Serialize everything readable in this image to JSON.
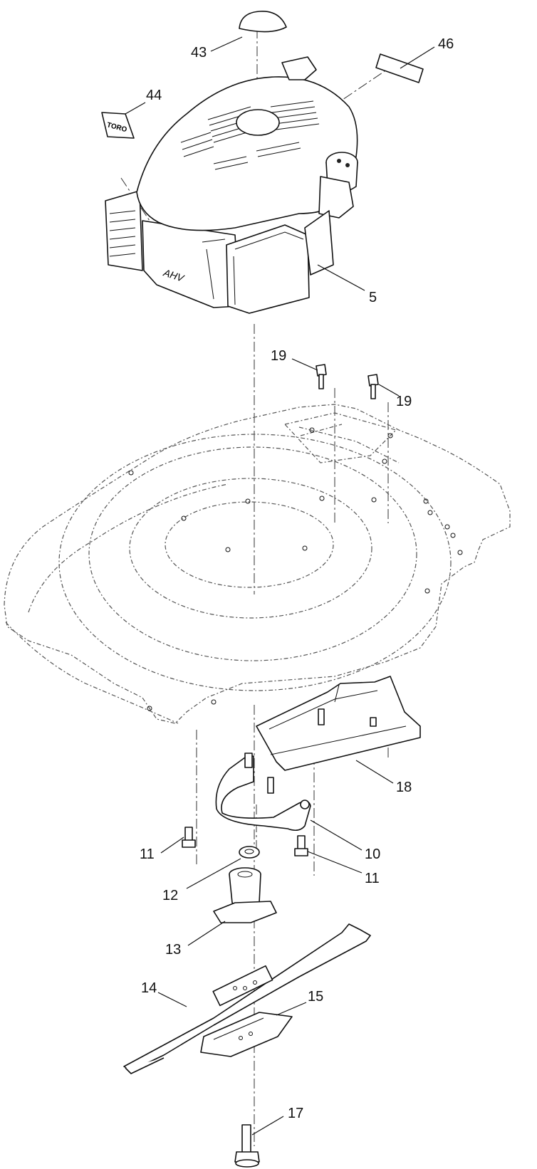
{
  "callouts": {
    "c43": "43",
    "c46": "46",
    "c44": "44",
    "c5": "5",
    "c19a": "19",
    "c19b": "19",
    "c18": "18",
    "c10": "10",
    "c11a": "11",
    "c11b": "11",
    "c12": "12",
    "c13": "13",
    "c14": "14",
    "c15": "15",
    "c17": "17"
  },
  "decal_text": {
    "brand_decal": "TORO",
    "engine_badge": "AHV"
  }
}
